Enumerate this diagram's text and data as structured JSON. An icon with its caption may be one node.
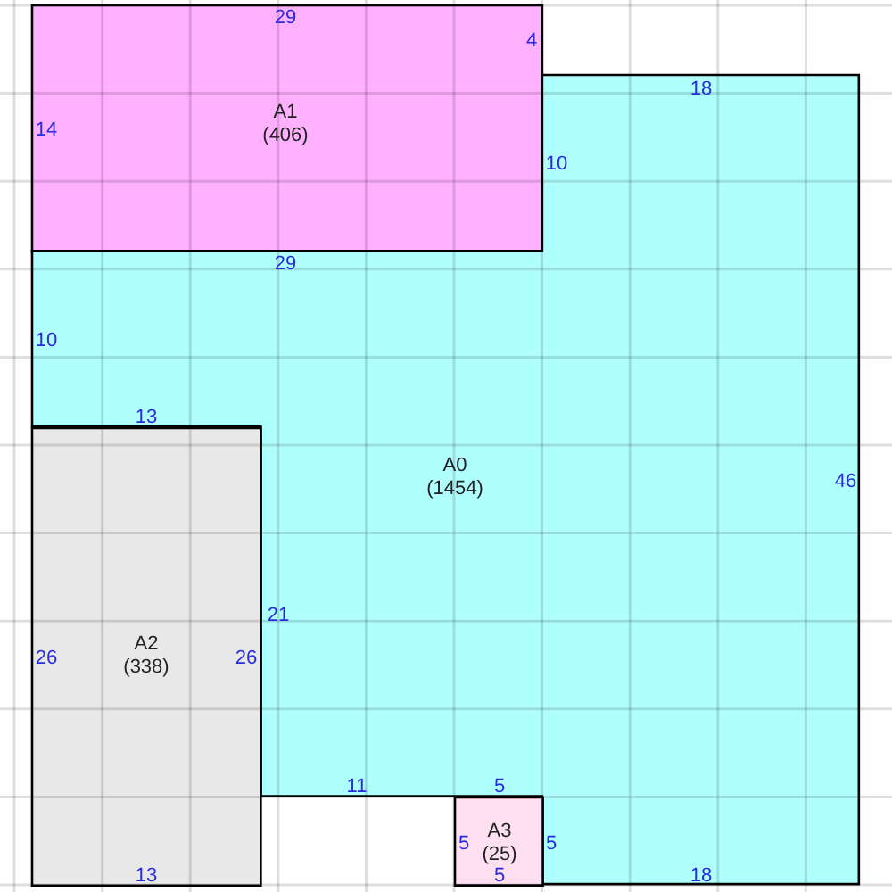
{
  "diagram": {
    "nodes": [
      {
        "text": [
          "A1",
          "(406)"
        ]
      },
      {
        "text": [
          "A0",
          "(1454)"
        ]
      },
      {
        "text": [
          "A2",
          "(338)"
        ]
      },
      {
        "text": [
          "A3",
          "(25)"
        ]
      }
    ],
    "labels": [
      "29",
      "4",
      "18",
      "14",
      "10",
      "29",
      "10",
      "13",
      "46",
      "21",
      "26",
      "26",
      "11",
      "5",
      "5",
      "5",
      "13",
      "5",
      "18"
    ]
  }
}
